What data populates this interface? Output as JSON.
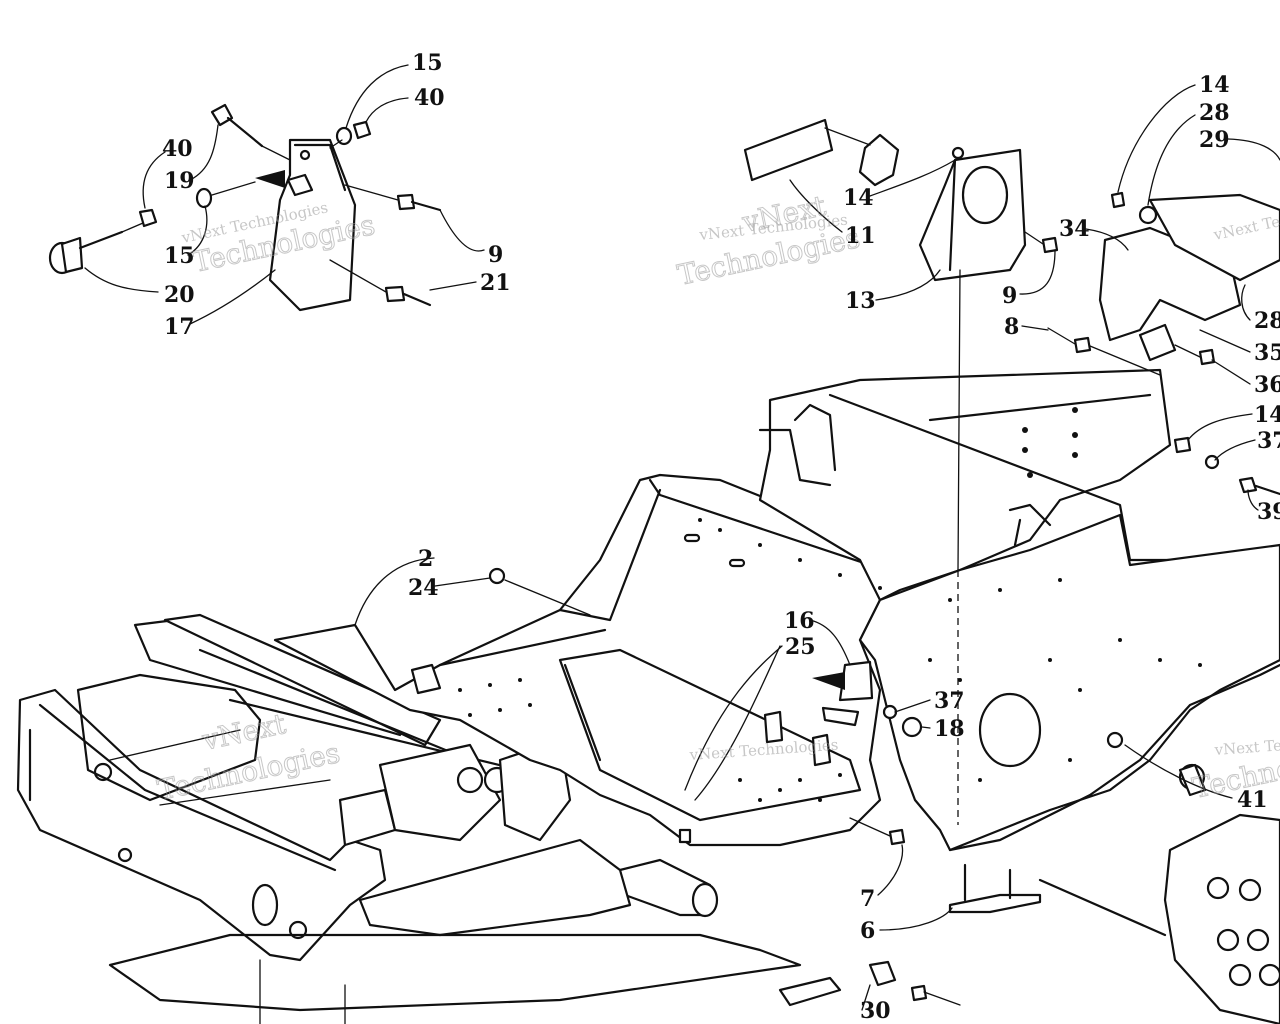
{
  "diagram": {
    "callouts": [
      {
        "id": "c-15-top",
        "label": "15"
      },
      {
        "id": "c-40-top",
        "label": "40"
      },
      {
        "id": "c-40-left",
        "label": "40"
      },
      {
        "id": "c-19",
        "label": "19"
      },
      {
        "id": "c-15-left",
        "label": "15"
      },
      {
        "id": "c-20",
        "label": "20"
      },
      {
        "id": "c-17",
        "label": "17"
      },
      {
        "id": "c-9-left",
        "label": "9"
      },
      {
        "id": "c-21",
        "label": "21"
      },
      {
        "id": "c-14-mid",
        "label": "14"
      },
      {
        "id": "c-11",
        "label": "11"
      },
      {
        "id": "c-13",
        "label": "13"
      },
      {
        "id": "c-9-mid",
        "label": "9"
      },
      {
        "id": "c-8",
        "label": "8"
      },
      {
        "id": "c-34",
        "label": "34"
      },
      {
        "id": "c-14-right-top",
        "label": "14"
      },
      {
        "id": "c-28-top",
        "label": "28"
      },
      {
        "id": "c-29",
        "label": "29"
      },
      {
        "id": "c-28-right",
        "label": "28"
      },
      {
        "id": "c-35",
        "label": "35"
      },
      {
        "id": "c-36",
        "label": "36"
      },
      {
        "id": "c-14-right",
        "label": "14"
      },
      {
        "id": "c-37-right",
        "label": "37"
      },
      {
        "id": "c-39",
        "label": "39"
      },
      {
        "id": "c-2",
        "label": "2"
      },
      {
        "id": "c-24",
        "label": "24"
      },
      {
        "id": "c-16",
        "label": "16"
      },
      {
        "id": "c-25",
        "label": "25"
      },
      {
        "id": "c-37-mid",
        "label": "37"
      },
      {
        "id": "c-18",
        "label": "18"
      },
      {
        "id": "c-41",
        "label": "41"
      },
      {
        "id": "c-7",
        "label": "7"
      },
      {
        "id": "c-6",
        "label": "6"
      },
      {
        "id": "c-30",
        "label": "30"
      }
    ],
    "watermarks": [
      {
        "text": "vNext Technologies"
      },
      {
        "text": "vNext"
      },
      {
        "text": "Technologies"
      }
    ]
  }
}
